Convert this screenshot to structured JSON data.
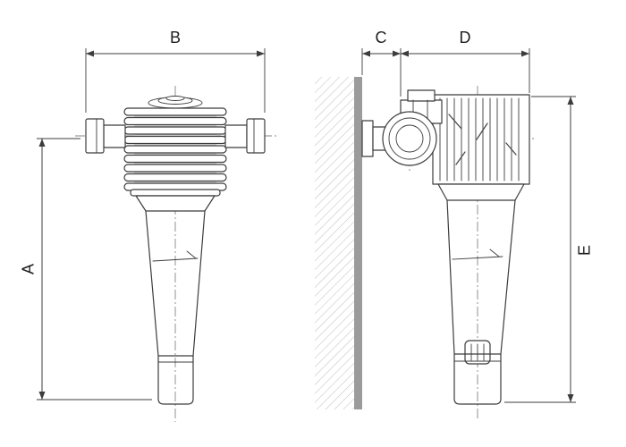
{
  "drawing": {
    "front_view": {
      "height_label": "A",
      "width_label": "B"
    },
    "side_view": {
      "wall_gap_label": "C",
      "depth_label": "D",
      "height_label": "E"
    }
  },
  "colors": {
    "background": "#ffffff",
    "line": "#3c3c3c",
    "centerline": "#848484",
    "wall_fill": "#9b9b9b",
    "hatch_line": "#c2c2c2",
    "label_text": "#1e1e1e"
  }
}
